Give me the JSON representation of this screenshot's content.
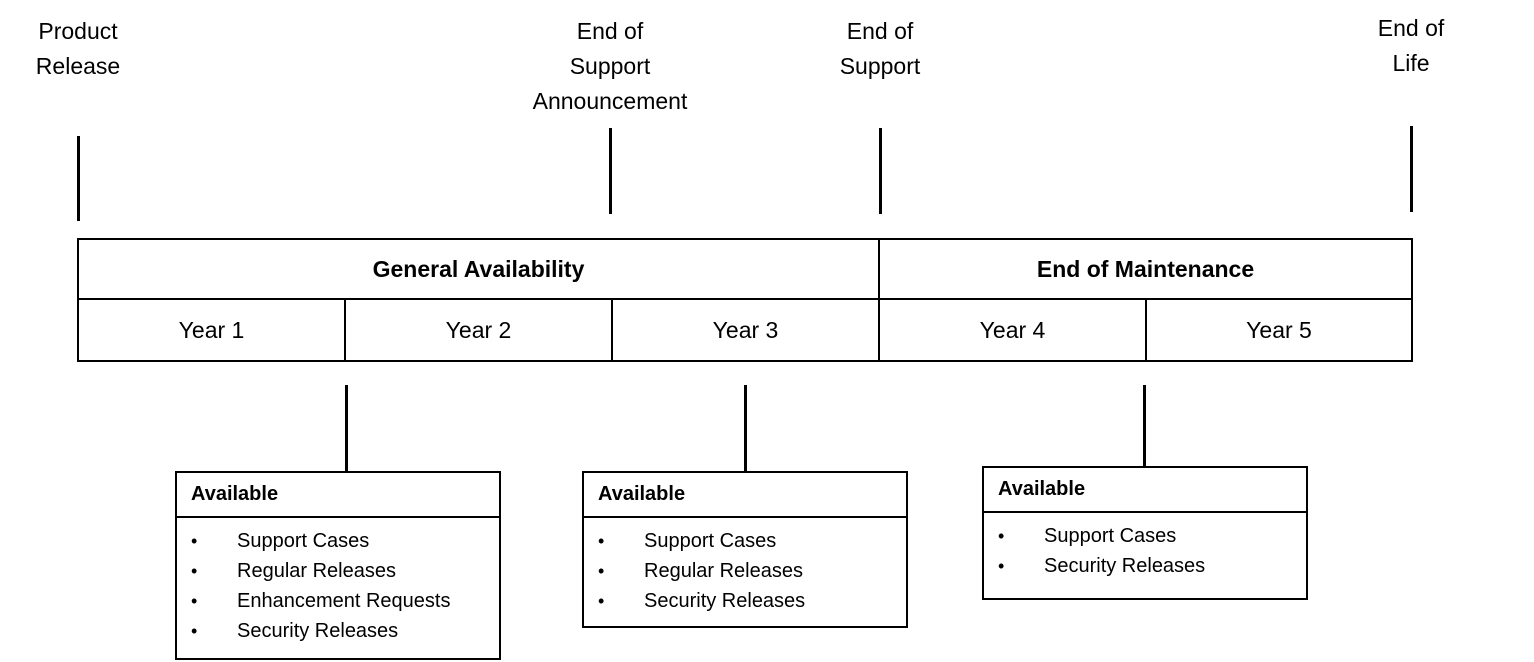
{
  "milestones": [
    {
      "label": "Product\nRelease"
    },
    {
      "label": "End of\nSupport\nAnnouncement"
    },
    {
      "label": "End of\nSupport"
    },
    {
      "label": "End of\nLife"
    }
  ],
  "phases": [
    {
      "label": "General Availability"
    },
    {
      "label": "End of Maintenance"
    }
  ],
  "years": [
    "Year 1",
    "Year 2",
    "Year 3",
    "Year 4",
    "Year 5"
  ],
  "availability_boxes": [
    {
      "title": "Available",
      "items": [
        "Support Cases",
        "Regular Releases",
        "Enhancement Requests",
        "Security Releases"
      ]
    },
    {
      "title": "Available",
      "items": [
        "Support Cases",
        "Regular Releases",
        "Security Releases"
      ]
    },
    {
      "title": "Available",
      "items": [
        "Support Cases",
        "Security Releases"
      ]
    }
  ]
}
